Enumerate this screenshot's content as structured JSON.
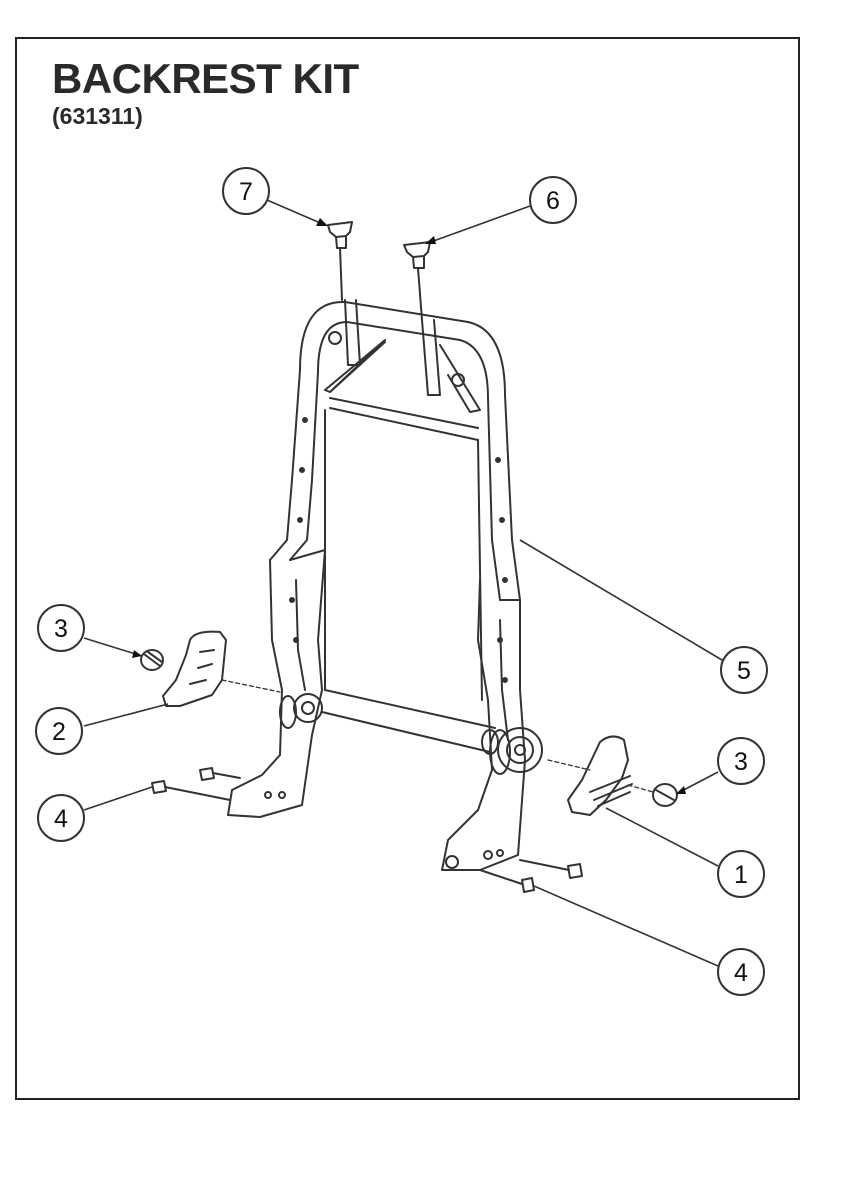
{
  "header": {
    "title": "BACKREST KIT",
    "part_number": "(631311)"
  },
  "callouts": [
    "7",
    "6",
    "5",
    "3",
    "2",
    "4",
    "3",
    "1",
    "4"
  ]
}
